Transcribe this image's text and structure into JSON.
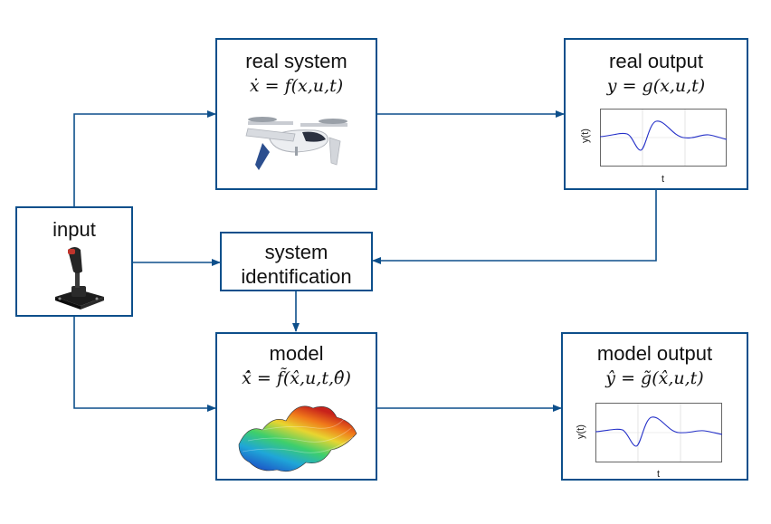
{
  "diagram": {
    "real_system": {
      "title": "real system",
      "equation": "ẋ = f(x,u,t)",
      "image": "aircraft-icon"
    },
    "real_output": {
      "title": "real output",
      "equation": "y = g(x,u,t)",
      "x_label": "t",
      "y_label": "y(t)"
    },
    "input": {
      "title": "input",
      "image": "joystick-icon"
    },
    "system_identification": {
      "line1": "system",
      "line2": "identification"
    },
    "model": {
      "title": "model",
      "equation": "x̂̇ = f̃(x̂,u,t,θ̂)",
      "image": "surface-plot-icon"
    },
    "model_output": {
      "title": "model output",
      "equation": "ŷ = g̃(x̂,u,t)",
      "x_label": "t",
      "y_label": "y(t)"
    },
    "colors": {
      "box_border": "#0d4f8b",
      "arrow": "#0d4f8b",
      "signal": "#2430c8"
    }
  }
}
